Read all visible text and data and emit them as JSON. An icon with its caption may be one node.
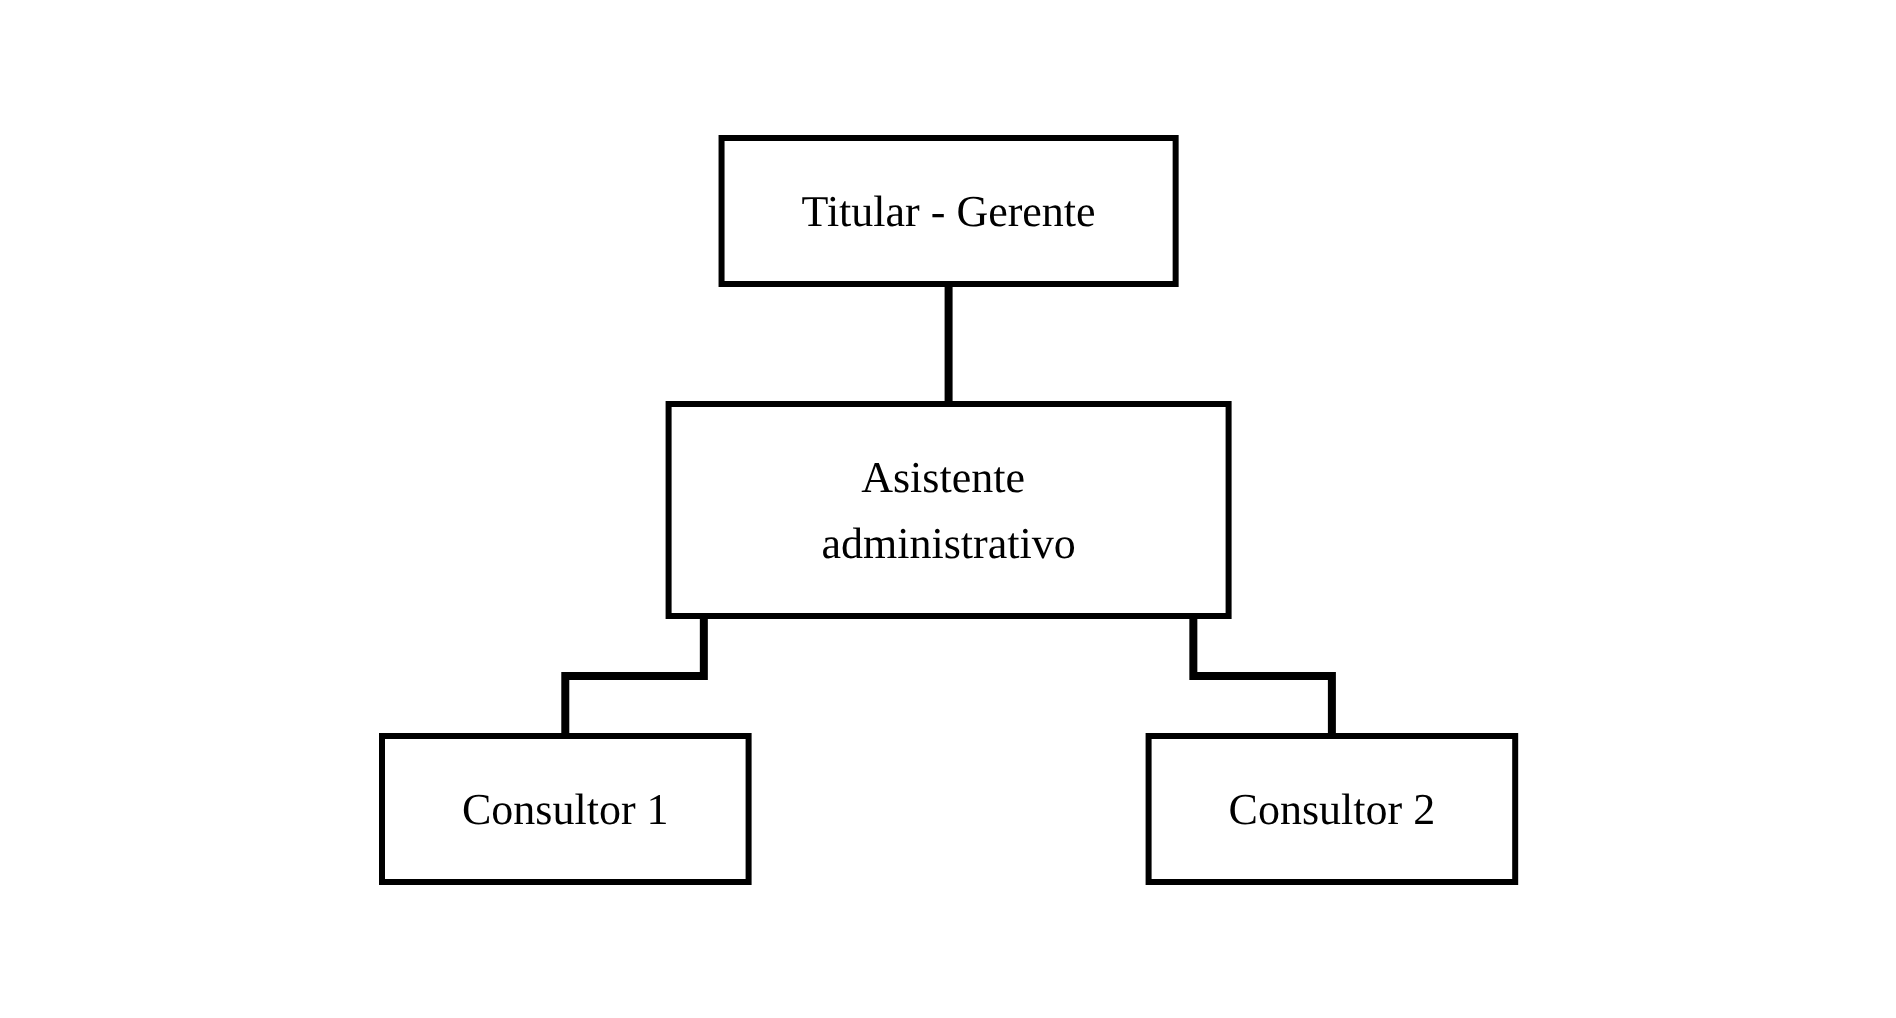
{
  "diagram": {
    "nodes": [
      {
        "text": [
          "Titular - Gerente"
        ]
      },
      {
        "text": [
          "Asistente administrativo"
        ]
      },
      {
        "text": [
          "Consultor 1"
        ]
      },
      {
        "text": [
          "Consultor 2"
        ]
      }
    ],
    "edges": [
      {
        "from": 0,
        "to": 1,
        "arrow": "none"
      },
      {
        "from": 1,
        "to": 2,
        "arrow": "none"
      },
      {
        "from": 1,
        "to": 3,
        "arrow": "none"
      }
    ]
  }
}
